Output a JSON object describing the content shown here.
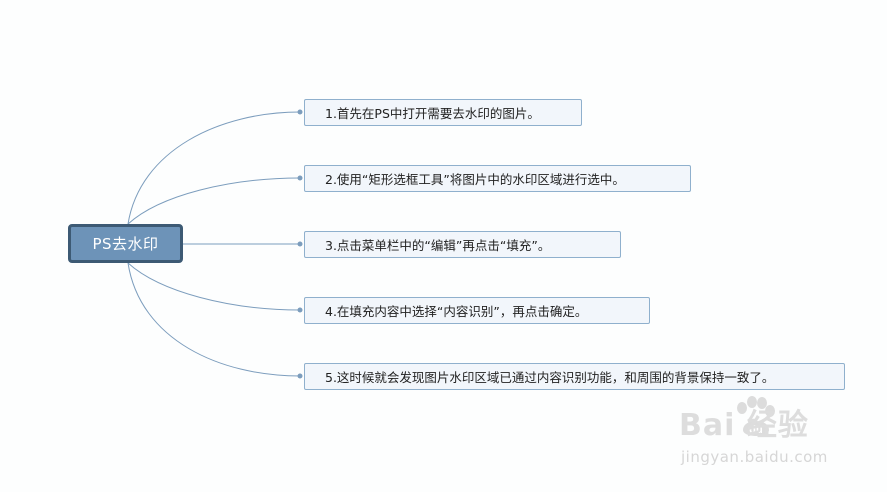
{
  "root": {
    "label": "PS去水印"
  },
  "topics": [
    {
      "label": "1.首先在PS中打开需要去水印的图片。"
    },
    {
      "label": "2.使用“矩形选框工具”将图片中的水印区域进行选中。"
    },
    {
      "label": "3.点击菜单栏中的“编辑”再点击“填充”。"
    },
    {
      "label": "4.在填充内容中选择“内容识别”，再点击确定。"
    },
    {
      "label": "5.这时候就会发现图片水印区域已通过内容识别功能，和周围的背景保持一致了。"
    }
  ],
  "watermark": {
    "brand": "Bai  经验",
    "url": "jingyan.baidu.com"
  },
  "colors": {
    "root_fill": "#6d93b8",
    "root_border": "#3d5a74",
    "topic_fill": "#f2f6fb",
    "topic_border": "#8fb0cd",
    "connector": "#7c9dbd"
  }
}
